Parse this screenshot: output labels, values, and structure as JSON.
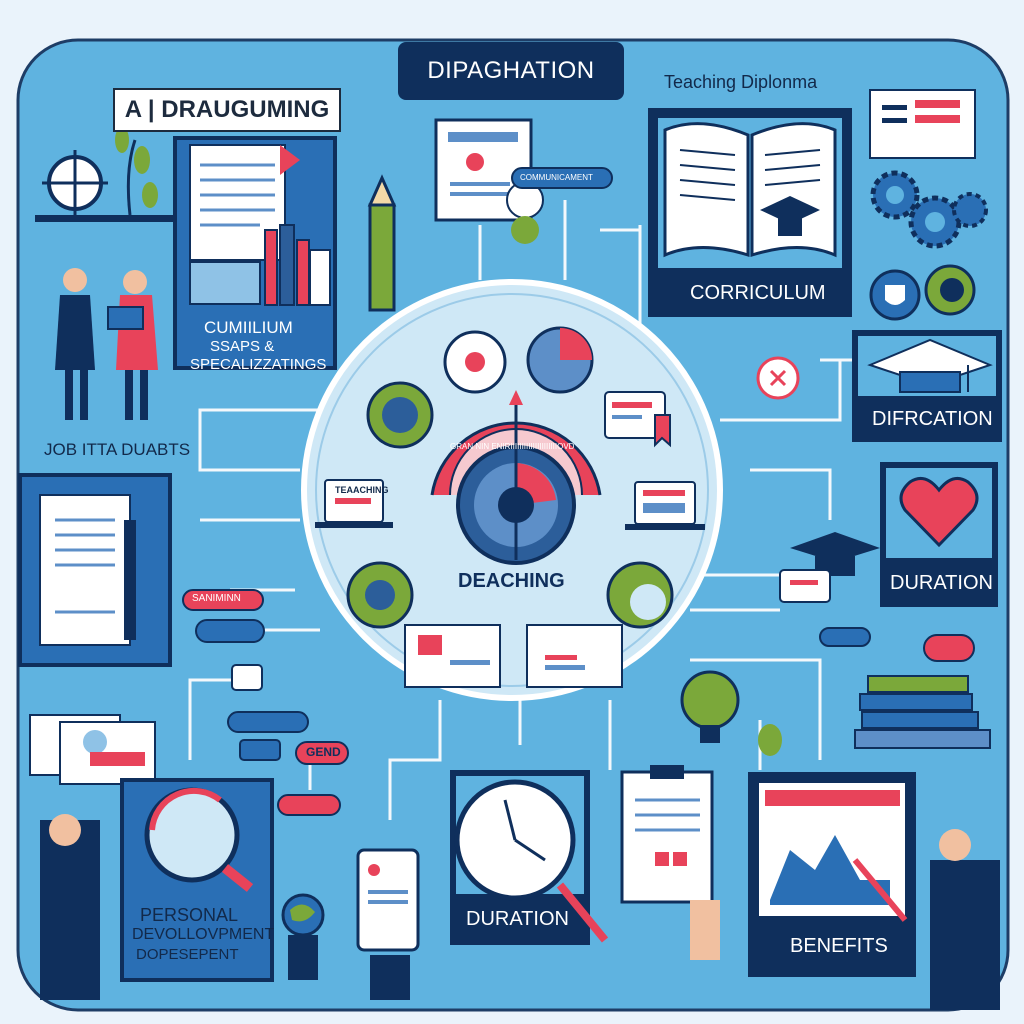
{
  "title": "DIPAGHATION",
  "banner": "A | DRAUGUMING",
  "top_right_label": "Teaching Diplonma",
  "center_label": "DEACHING",
  "center_arc_label": "GRAN NIN ENIRIIIIIIIIIIIIIIIIIIIIIOVD",
  "nodes": {
    "curriculum": "CORRICULUM",
    "specializations_line1": "CUMIILIUM",
    "specializations_line2": "SSAPS &",
    "specializations_line3": "SPECALIZZATINGS",
    "job_label": "JOB ITTA DUABTS",
    "difraction": "DIFRCATION",
    "duration_right": "DURATION",
    "duration_bottom": "DURATION",
    "benefits": "BENEFITS",
    "personal_line1": "PERSONAL",
    "personal_line2": "DEVOLLOVPMENT",
    "personal_line3": "DOPESEPENT"
  },
  "small_tags": {
    "tag_teaching": "TEAACHING",
    "tag_pill_red": "SANIMINN",
    "tag_gend": "GEND",
    "tag_green_pill": "COMMUNICAMENT"
  },
  "colors": {
    "background": "#5fb3e0",
    "navy": "#0f2f5c",
    "red_accent": "#e8435a",
    "green_accent": "#7ba83a",
    "circle_fill": "#cfe8f6"
  }
}
